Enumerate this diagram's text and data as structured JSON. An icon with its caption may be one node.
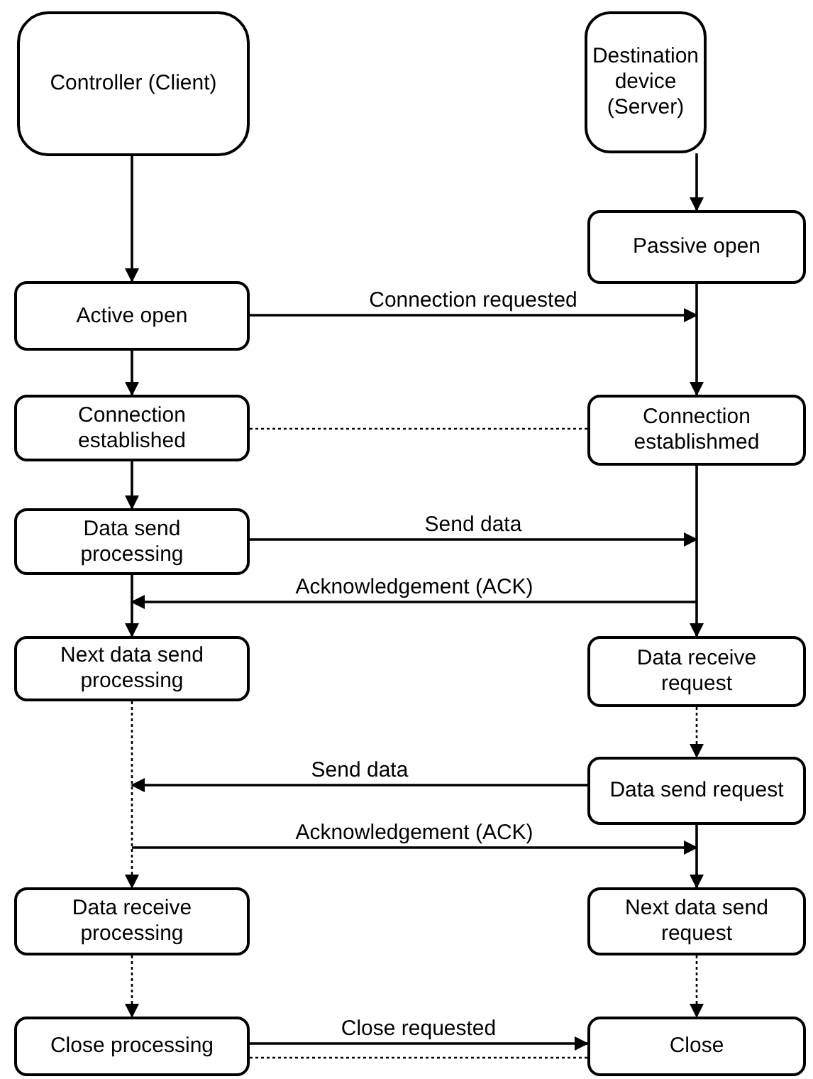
{
  "diagram": {
    "nodes": [
      {
        "text": [
          "Controller (Client)"
        ]
      },
      {
        "text": [
          "Destination device (Server)"
        ]
      },
      {
        "text": [
          "Passive open"
        ]
      },
      {
        "text": [
          "Active open"
        ]
      },
      {
        "text": [
          "Connection established"
        ]
      },
      {
        "text": [
          "Connection establishmed"
        ]
      },
      {
        "text": [
          "Data send processing"
        ]
      },
      {
        "text": [
          "Next data send processing"
        ]
      },
      {
        "text": [
          "Data receive request"
        ]
      },
      {
        "text": [
          "Data send request"
        ]
      },
      {
        "text": [
          "Data receive processing"
        ]
      },
      {
        "text": [
          "Next data send request"
        ]
      },
      {
        "text": [
          "Close processing"
        ]
      },
      {
        "text": [
          "Close"
        ]
      }
    ],
    "edges": [
      {
        "from": 0,
        "to": 3,
        "arrow": "to"
      },
      {
        "from": 1,
        "to": 2,
        "arrow": "to"
      },
      {
        "from": 3,
        "to": 4,
        "arrow": "to"
      },
      {
        "from": 2,
        "to": 5,
        "arrow": "to"
      },
      {
        "from": 4,
        "to": 6,
        "arrow": "to"
      },
      {
        "from": 6,
        "to": 7,
        "arrow": "to"
      },
      {
        "from": 5,
        "to": 8,
        "arrow": "to"
      },
      {
        "from": 8,
        "to": 9,
        "arrow": "to",
        "style": "dashed"
      },
      {
        "from": 7,
        "to": 10,
        "arrow": "to",
        "style": "dashed"
      },
      {
        "from": 9,
        "to": 11,
        "arrow": "to"
      },
      {
        "from": 10,
        "to": 12,
        "arrow": "to",
        "style": "dashed"
      },
      {
        "from": 11,
        "to": 13,
        "arrow": "to",
        "style": "dashed"
      },
      {
        "from": 4,
        "to": 5,
        "arrow": "none",
        "style": "dashed"
      },
      {
        "from": 12,
        "to": 13,
        "arrow": "to",
        "label": "Close requested"
      },
      {
        "from": 12,
        "to": 13,
        "arrow": "none",
        "style": "dashed"
      },
      {
        "from": 3,
        "to": 2,
        "arrow": "to",
        "label": "Connection requested"
      },
      {
        "from": 6,
        "to": null,
        "arrow": "to",
        "label": "Send data"
      },
      {
        "from": null,
        "to": 7,
        "arrow": "to",
        "label": "Acknowledgement (ACK)"
      },
      {
        "from": 9,
        "to": null,
        "arrow": "to",
        "label": "Send data"
      },
      {
        "from": null,
        "to": 11,
        "arrow": "to",
        "label": "Acknowledgement (ACK)"
      }
    ]
  }
}
